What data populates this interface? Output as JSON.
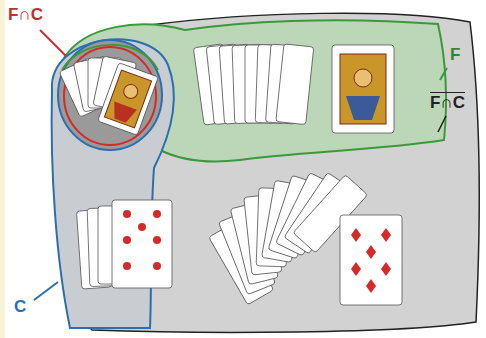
{
  "diagram": {
    "labels": [
      "F∩C",
      "F",
      "F∩C",
      "C"
    ]
  }
}
